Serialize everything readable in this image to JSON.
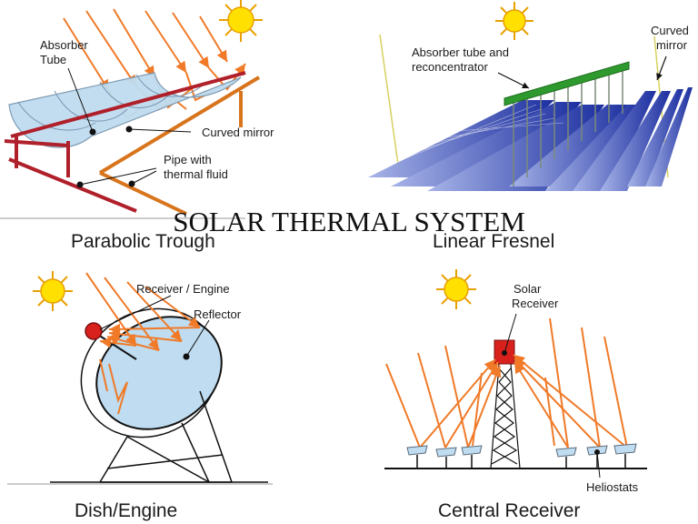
{
  "title": "SOLAR THERMAL SYSTEM",
  "panels": {
    "parabolic": {
      "caption": "Parabolic Trough",
      "labels": {
        "absorber_line1": "Absorber",
        "absorber_line2": "Tube",
        "curved_mirror": "Curved mirror",
        "pipe_line1": "Pipe with",
        "pipe_line2": "thermal fluid"
      }
    },
    "fresnel": {
      "caption": "Linear Fresnel",
      "labels": {
        "absorber_line1": "Absorber tube and",
        "absorber_line2": "reconcentrator",
        "mirror_line1": "Curved",
        "mirror_line2": "mirror"
      }
    },
    "dish": {
      "caption": "Dish/Engine",
      "labels": {
        "receiver": "Receiver / Engine",
        "reflector": "Reflector"
      }
    },
    "central": {
      "caption": "Central Receiver",
      "labels": {
        "receiver_line1": "Solar",
        "receiver_line2": "Receiver",
        "heliostats": "Heliostats"
      }
    }
  },
  "colors": {
    "sun": "#FFE000",
    "sun_outline": "#E8A000",
    "ray": "#F07A28",
    "frame_red": "#B0202A",
    "pipe_orange": "#D8741C",
    "mirror_fill": "#BFDCF0",
    "fresnel_blue": "#1C2FA0",
    "absorber_green": "#2E9A2E",
    "receiver_red": "#D8201C"
  }
}
